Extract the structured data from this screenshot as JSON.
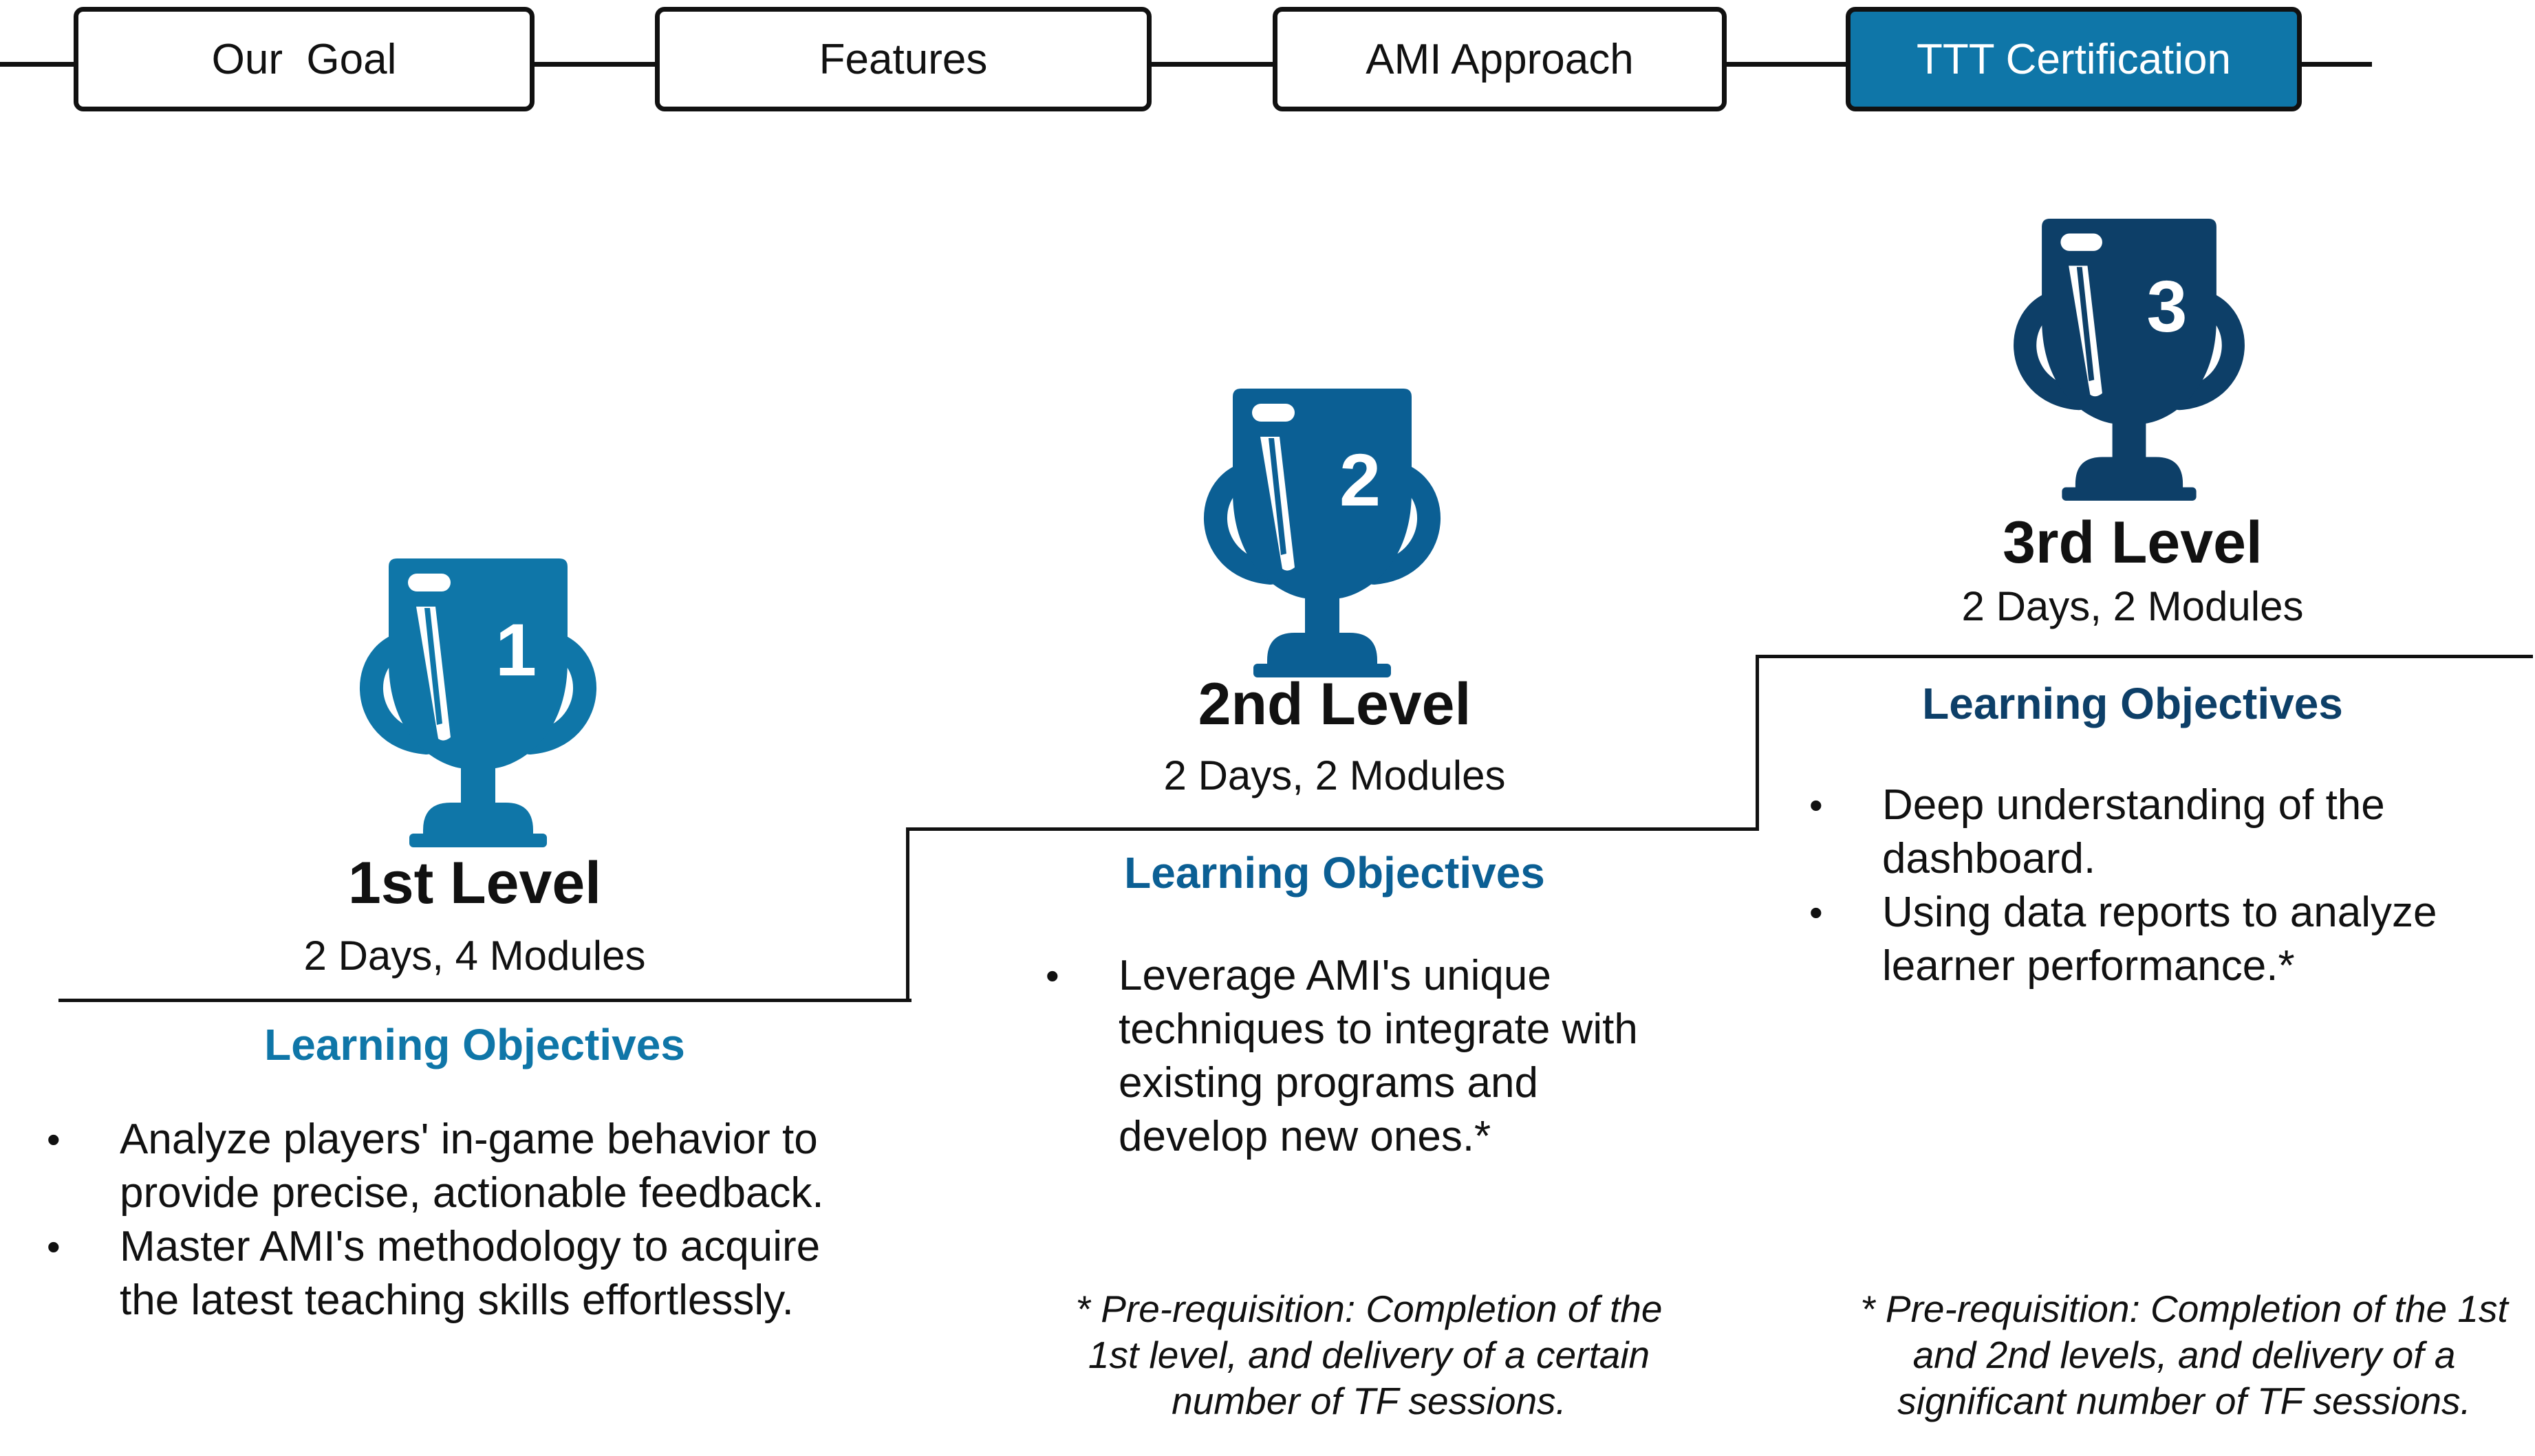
{
  "nav": {
    "tabs": [
      {
        "label": "Our  Goal",
        "active": false
      },
      {
        "label": "Features",
        "active": false
      },
      {
        "label": "AMI Approach",
        "active": false
      },
      {
        "label": "TTT Certification",
        "active": true
      }
    ]
  },
  "colors": {
    "level1": "#0F76A8",
    "level2": "#0B5F94",
    "level3": "#0D3F68",
    "active_tab": "#0F76A8"
  },
  "levels": [
    {
      "number": "1",
      "title": "1st Level",
      "duration": "2 Days, 4 Modules",
      "objectives_heading": "Learning Objectives",
      "bullet_marker": "•",
      "objectives": [
        "Analyze players' in-game behavior to provide precise, actionable feedback.",
        "Master AMI's methodology to acquire the latest teaching skills effortlessly."
      ]
    },
    {
      "number": "2",
      "title": "2nd Level",
      "duration": "2 Days, 2 Modules",
      "objectives_heading": "Learning Objectives",
      "bullet_marker": "•",
      "objectives": [
        "Leverage AMI's unique techniques to integrate with existing programs and develop new ones.*"
      ],
      "prerequisite": "* Pre-requisition: Completion of the 1st level, and delivery of a certain number of TF sessions."
    },
    {
      "number": "3",
      "title": "3rd Level",
      "duration": "2 Days, 2 Modules",
      "objectives_heading": "Learning Objectives",
      "bullet_marker": "•",
      "objectives": [
        "Deep understanding of the dashboard.",
        "Using data reports to analyze learner performance.*"
      ],
      "prerequisite": "* Pre-requisition: Completion of the 1st and 2nd levels, and delivery of a significant number of TF sessions."
    }
  ]
}
